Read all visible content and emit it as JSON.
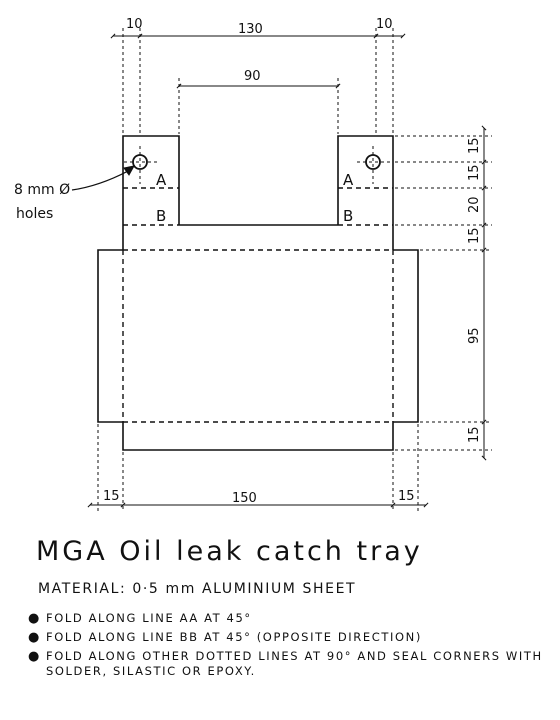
{
  "drawing": {
    "dimensions": {
      "top_left_flange": "10",
      "top_width": "130",
      "top_right_flange": "10",
      "cutout_width": "90",
      "right_1": "15",
      "right_2": "15",
      "right_3": "20",
      "right_4": "15",
      "right_5": "95",
      "right_6": "15",
      "bottom_left": "15",
      "bottom_width": "150",
      "bottom_right": "15"
    },
    "fold_labels": {
      "left_a": "A",
      "left_b": "B",
      "right_a": "A",
      "right_b": "B"
    },
    "hole_callout_line1": "8 mm Ø",
    "hole_callout_line2": "holes"
  },
  "notes": {
    "title": "MGA  Oil leak catch tray",
    "material": "MATERIAL:  0·5 mm  ALUMINIUM  SHEET",
    "bullet_glyph": "●",
    "bullets": [
      "FOLD ALONG LINE AA AT 45°",
      "FOLD ALONG LINE BB AT 45° (OPPOSITE DIRECTION)",
      "FOLD ALONG OTHER DOTTED LINES AT 90° AND SEAL CORNERS WITH SOLDER, SILASTIC OR EPOXY."
    ]
  }
}
